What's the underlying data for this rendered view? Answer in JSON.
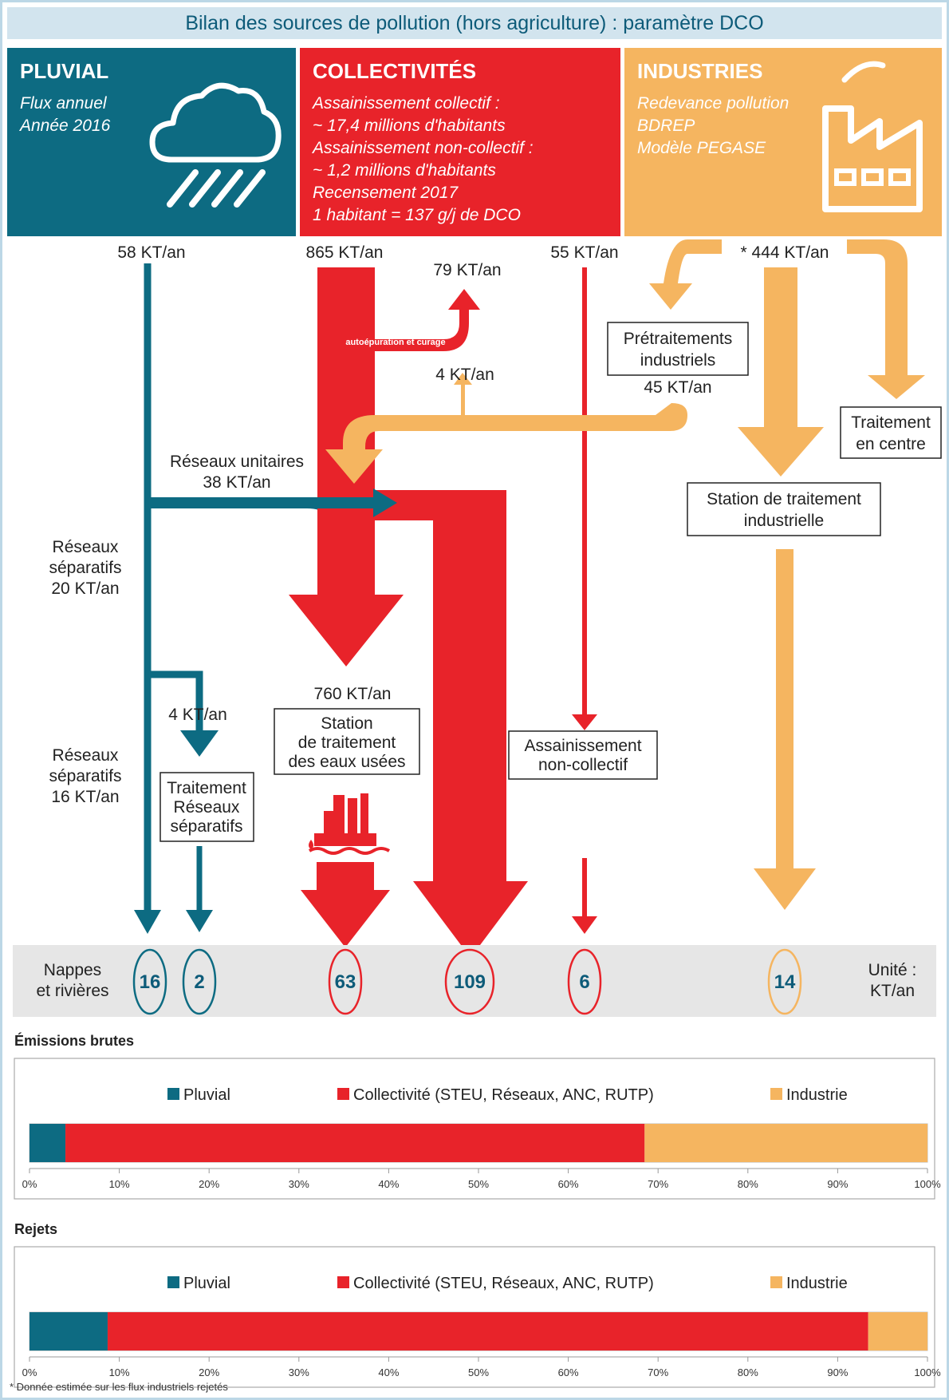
{
  "title": "Bilan des sources de pollution (hors agriculture) : paramètre DCO",
  "colors": {
    "pluvial": "#0d6b82",
    "collectivite": "#e8232a",
    "industrie": "#f5b560",
    "title_text": "#0d5b79",
    "band": "#e6e6e6"
  },
  "panels": {
    "pluvial": {
      "label": "PLUVIAL",
      "lines": [
        "Flux annuel",
        "Année 2016"
      ],
      "icon": "rain-cloud-icon"
    },
    "collectivites": {
      "label": "COLLECTIVITÉS",
      "lines": [
        "Assainissement collectif :",
        "~ 17,4 millions d'habitants",
        "Assainissement non-collectif :",
        "~ 1,2 millions d'habitants",
        "Recensement 2017",
        "1 habitant = 137 g/j de DCO"
      ]
    },
    "industries": {
      "label": "INDUSTRIES",
      "lines": [
        "Redevance pollution",
        "BDREP",
        "Modèle PEGASE"
      ],
      "icon": "factory-icon"
    }
  },
  "flows": {
    "pluvial_total": "58 KT/an",
    "collectif_total": "865 KT/an",
    "autoepuration": "79 KT/an",
    "autoepuration_label": "autoépuration et curage",
    "anc_total": "55 KT/an",
    "industrie_total": "* 444 KT/an",
    "pretraitement_box": [
      "Prétraitements",
      "industriels"
    ],
    "pretraitement_flow": "45 KT/an",
    "pretraitement_loss": "4 KT/an",
    "traitement_centre_box": [
      "Traitement",
      "en centre"
    ],
    "station_industrielle_box": [
      "Station de traitement",
      "industrielle"
    ],
    "reseaux_unitaires": [
      "Réseaux unitaires",
      "38 KT/an"
    ],
    "reseaux_separatifs_1": [
      "Réseaux",
      "séparatifs",
      "20 KT/an"
    ],
    "reseaux_separatifs_2": [
      "Réseaux",
      "séparatifs",
      "16 KT/an"
    ],
    "separatif_branch": "4 KT/an",
    "traitement_reseaux_box": [
      "Traitement",
      "Réseaux",
      "séparatifs"
    ],
    "steu_flow": "760 KT/an",
    "steu_box": [
      "Station",
      "de traitement",
      "des eaux usées"
    ],
    "anc_box": [
      "Assainissement",
      "non-collectif"
    ]
  },
  "outputs": {
    "left_label": [
      "Nappes",
      "et rivières"
    ],
    "unit_label": [
      "Unité :",
      "KT/an"
    ],
    "values": [
      {
        "value": "16",
        "stream": "pluvial"
      },
      {
        "value": "2",
        "stream": "pluvial"
      },
      {
        "value": "63",
        "stream": "collectivite"
      },
      {
        "value": "109",
        "stream": "collectivite"
      },
      {
        "value": "6",
        "stream": "collectivite"
      },
      {
        "value": "14",
        "stream": "industrie"
      }
    ]
  },
  "chart_data": [
    {
      "type": "bar",
      "title": "Émissions brutes",
      "legend": [
        "Pluvial",
        "Collectivité (STEU, Réseaux, ANC, RUTP)",
        "Industrie"
      ],
      "values_percent": [
        4,
        64.5,
        31.5
      ],
      "xlim": [
        0,
        100
      ],
      "ticks": [
        "0%",
        "10%",
        "20%",
        "30%",
        "40%",
        "50%",
        "60%",
        "70%",
        "80%",
        "90%",
        "100%"
      ]
    },
    {
      "type": "bar",
      "title": "Rejets",
      "legend": [
        "Pluvial",
        "Collectivité (STEU, Réseaux, ANC, RUTP)",
        "Industrie"
      ],
      "values_percent": [
        8.7,
        84.7,
        6.6
      ],
      "xlim": [
        0,
        100
      ],
      "ticks": [
        "0%",
        "10%",
        "20%",
        "30%",
        "40%",
        "50%",
        "60%",
        "70%",
        "80%",
        "90%",
        "100%"
      ]
    }
  ],
  "footnote": "* Donnée estimée sur les flux industriels rejetés"
}
